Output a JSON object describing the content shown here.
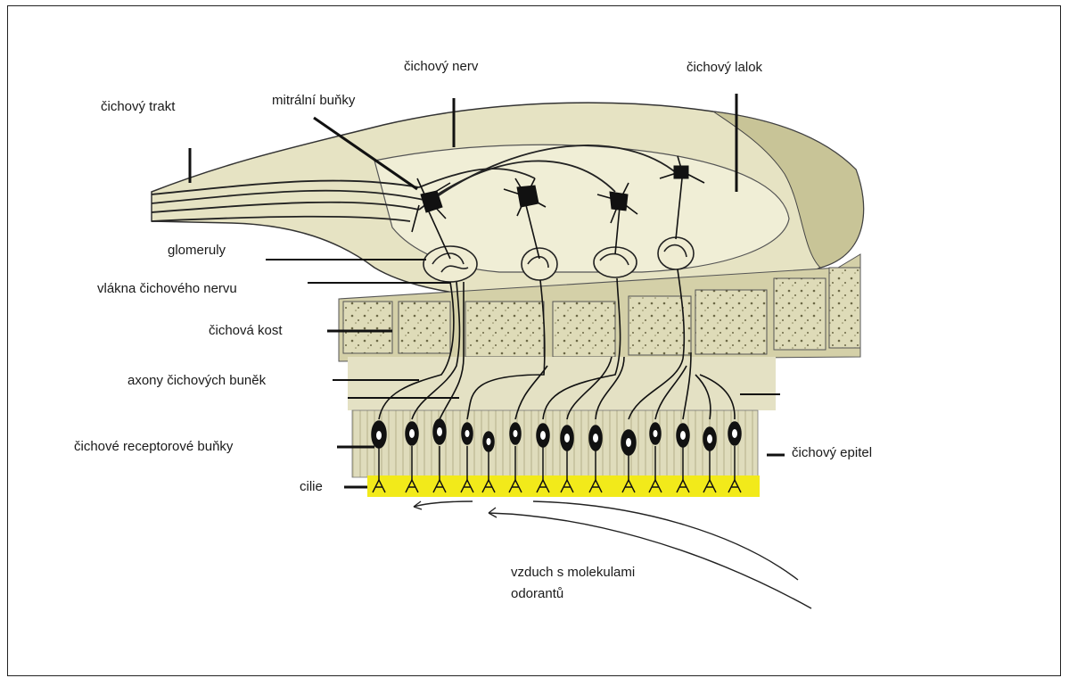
{
  "labels": {
    "olfactory_tract": "čichový trakt",
    "mitral_cells": "mitrální buňky",
    "olfactory_nerve": "čichový nerv",
    "olfactory_bulb": "čichový lalok",
    "glomeruli": "glomeruly",
    "nerve_fibers": "vlákna čichového nervu",
    "olfactory_bone": "čichová kost",
    "axons": "axony čichových buněk",
    "receptor_cells": "čichové receptorové buňky",
    "cilia": "cilie",
    "epithelium": "čichový epitel",
    "air_line1": "vzduch s molekulami",
    "air_line2": "odorantů"
  },
  "colors": {
    "tissue": "#e8e5c6",
    "tissue_dark": "#c9c59a",
    "bone": "#dcdab6",
    "cilia_band": "#f2ea1a",
    "ink": "#111111"
  }
}
